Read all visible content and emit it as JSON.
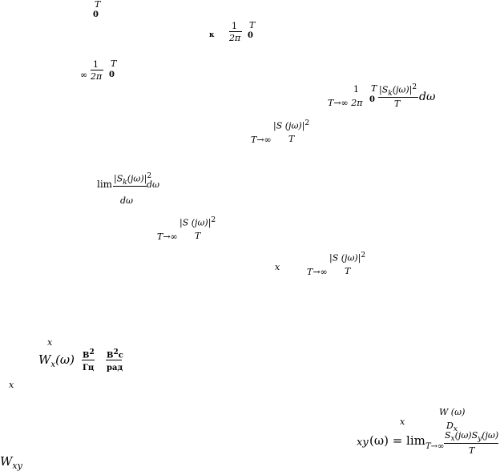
{
  "fragments": {
    "f1_T": "T",
    "f1_0": "0",
    "f2_k": "к",
    "f2_1": "1",
    "f2_T": "T",
    "f2_2pi": "2π",
    "f2_0": "0",
    "f3_1": "1",
    "f3_T": "T",
    "f3_inf": "∞",
    "f3_2pi": "2π",
    "f3_0": "0",
    "f4_1": "1",
    "f4_T": "T",
    "f4_num": "|S",
    "f4_numsub": "k",
    "f4_numrest": "(jω)|",
    "f4_sq": "2",
    "f4_lim": "T→∞ 2π",
    "f4_0": "0",
    "f4_den": "T",
    "f4_dw": "dω",
    "f5_num": "|S  (jω)|",
    "f5_sq": "2",
    "f5_lim": "T→∞",
    "f5_den": "T",
    "f6_lim": "lim",
    "f6_num": "|S",
    "f6_numsub": "k",
    "f6_numrest": "(jω)|",
    "f6_sq": "2",
    "f6_dw": "dω",
    "f6_dw2": "dω",
    "f7_num": "|S  (jω)|",
    "f7_sq": "2",
    "f7_lim": "T→∞",
    "f7_den": "T",
    "f8_x": "x",
    "f8_num": "|S  (jω)|",
    "f8_sq": "2",
    "f8_lim": "T→∞",
    "f8_den": "T",
    "f9_x": "x",
    "f9_W": "W",
    "f9_Wsub": "x",
    "f9_arg": "(ω)",
    "f9_u1": "В",
    "f9_u1sq": "2",
    "f9_u2": "В",
    "f9_u2sq": "2",
    "f9_u2c": "с",
    "f9_hz": "Гц",
    "f9_rad": "рад",
    "f10_x": "x",
    "f11_W": "W  (ω)",
    "f11_x": "x",
    "f11_Dx": "D",
    "f11_Dxsub": "x",
    "f11_left": "xy",
    "f11_eq": "(ω) = lim",
    "f11_limsub": "T→∞",
    "f11_num": "S",
    "f11_numx": "x",
    "f11_num2": "(jω)S",
    "f11_numy": "y",
    "f11_num3": "(jω)",
    "f11_den": "T",
    "f12_W": "W",
    "f12_sub": "xy"
  }
}
